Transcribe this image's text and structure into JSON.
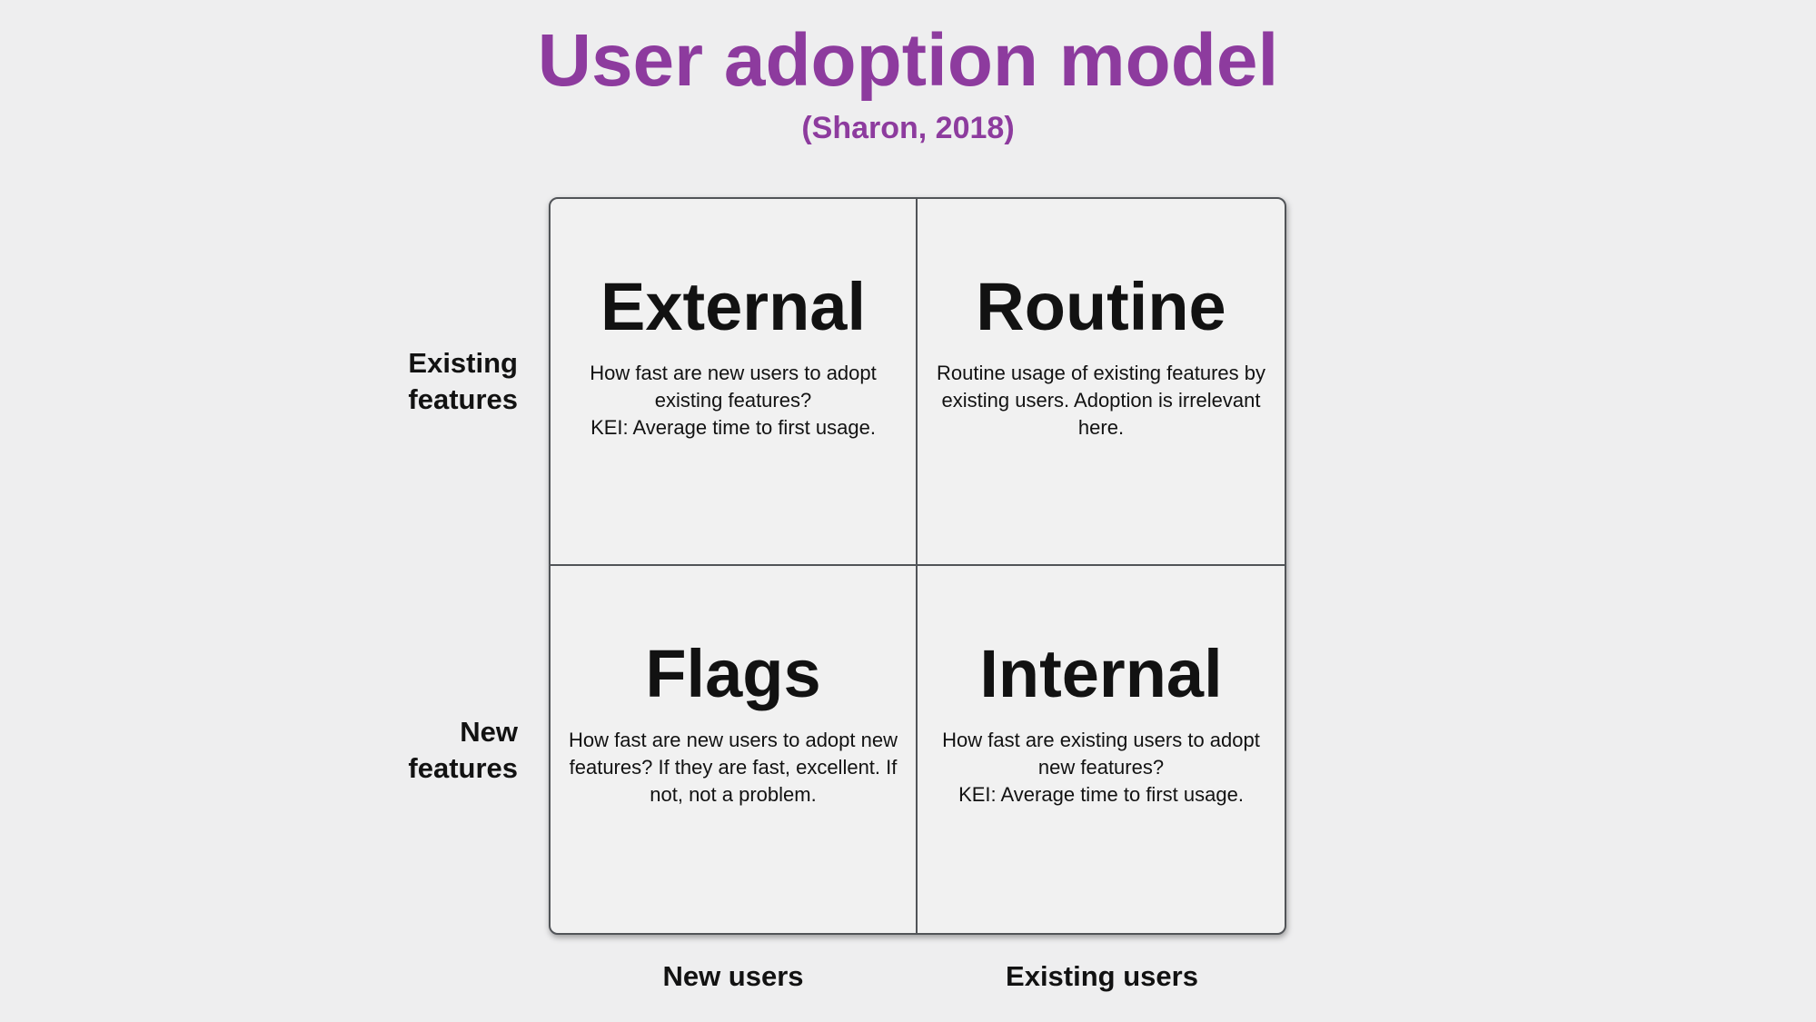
{
  "header": {
    "title": "User adoption model",
    "subtitle": "(Sharon, 2018)"
  },
  "colors": {
    "accent": "#8d3b9e",
    "background": "#eeeeef",
    "cell_background": "#f1f1f1",
    "grid_border": "#515458",
    "text": "#121212"
  },
  "matrix": {
    "y_axis": {
      "top_label": "Existing\nfeatures",
      "bottom_label": "New\nfeatures"
    },
    "x_axis": {
      "left_label": "New users",
      "right_label": "Existing users"
    },
    "quadrants": [
      {
        "id": "top-left",
        "title": "External",
        "description": "How fast are new users to adopt\nexisting features?\nKEI: Average time to first usage."
      },
      {
        "id": "top-right",
        "title": "Routine",
        "description": "Routine usage of existing features by\nexisting users. Adoption is irrelevant\nhere."
      },
      {
        "id": "bottom-left",
        "title": "Flags",
        "description": "How fast are new users to adopt new\nfeatures? If they are fast, excellent. If\nnot, not a problem."
      },
      {
        "id": "bottom-right",
        "title": "Internal",
        "description": "How fast are existing users to adopt\nnew features?\nKEI: Average time to first usage."
      }
    ]
  }
}
